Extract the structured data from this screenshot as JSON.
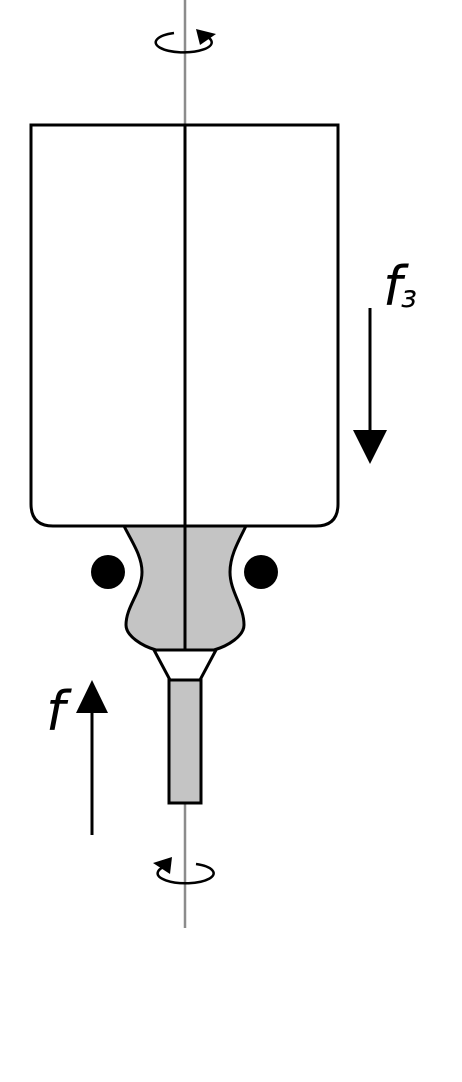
{
  "labels": {
    "force_upper": "f",
    "force_upper_subscript": "з",
    "force_lower": "f"
  },
  "colors": {
    "stroke": "#000000",
    "axis": "#8c8c8c",
    "part_fill": "#c4c4c4",
    "body_fill": "#ffffff"
  }
}
